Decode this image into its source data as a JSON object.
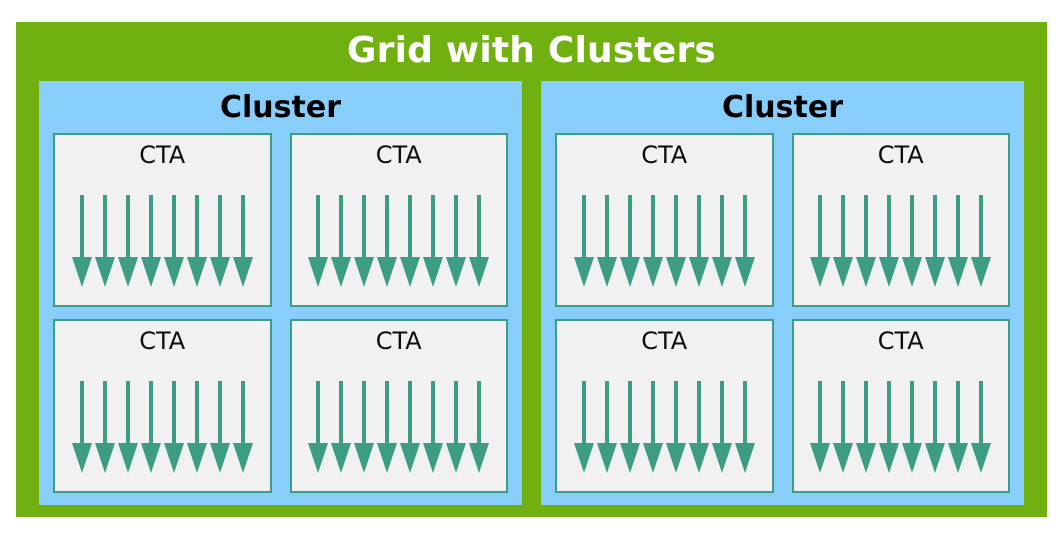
{
  "diagram": {
    "title": "Grid with Clusters",
    "colors": {
      "grid_background": "#70b111",
      "grid_title_text": "#ffffff",
      "cluster_background": "#87cefb",
      "cluster_title_text": "#000000",
      "cta_background": "#f1f1f1",
      "cta_border": "#3d9d88",
      "cta_label_text": "#0d0d0d",
      "thread_arrow": "#3d9d84",
      "page_background": "#ffffff"
    },
    "clusters": [
      {
        "label": "Cluster",
        "ctas": [
          {
            "label": "CTA",
            "thread_count": 8
          },
          {
            "label": "CTA",
            "thread_count": 8
          },
          {
            "label": "CTA",
            "thread_count": 8
          },
          {
            "label": "CTA",
            "thread_count": 8
          }
        ]
      },
      {
        "label": "Cluster",
        "ctas": [
          {
            "label": "CTA",
            "thread_count": 8
          },
          {
            "label": "CTA",
            "thread_count": 8
          },
          {
            "label": "CTA",
            "thread_count": 8
          },
          {
            "label": "CTA",
            "thread_count": 8
          }
        ]
      }
    ]
  }
}
